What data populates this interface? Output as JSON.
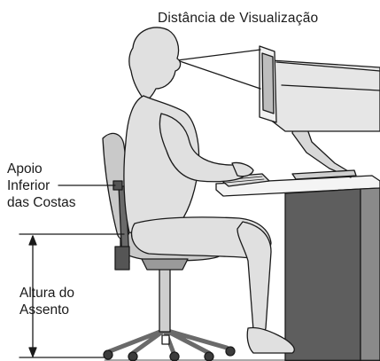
{
  "labels": {
    "viewing_distance": "Distância de Visualização",
    "lower_back_support": [
      "Apoio",
      "Inferior",
      "das Costas"
    ],
    "seat_height": [
      "Altura do",
      "Assento"
    ]
  },
  "colors": {
    "line": "#1a1a1a",
    "figure_fill": "#e0e0e0",
    "chair_fill": "#c9c9c9",
    "desk_dark": "#5e5e5e",
    "desk_top": "#f4f4f4",
    "monitor_screen": "#bdbdbd"
  }
}
